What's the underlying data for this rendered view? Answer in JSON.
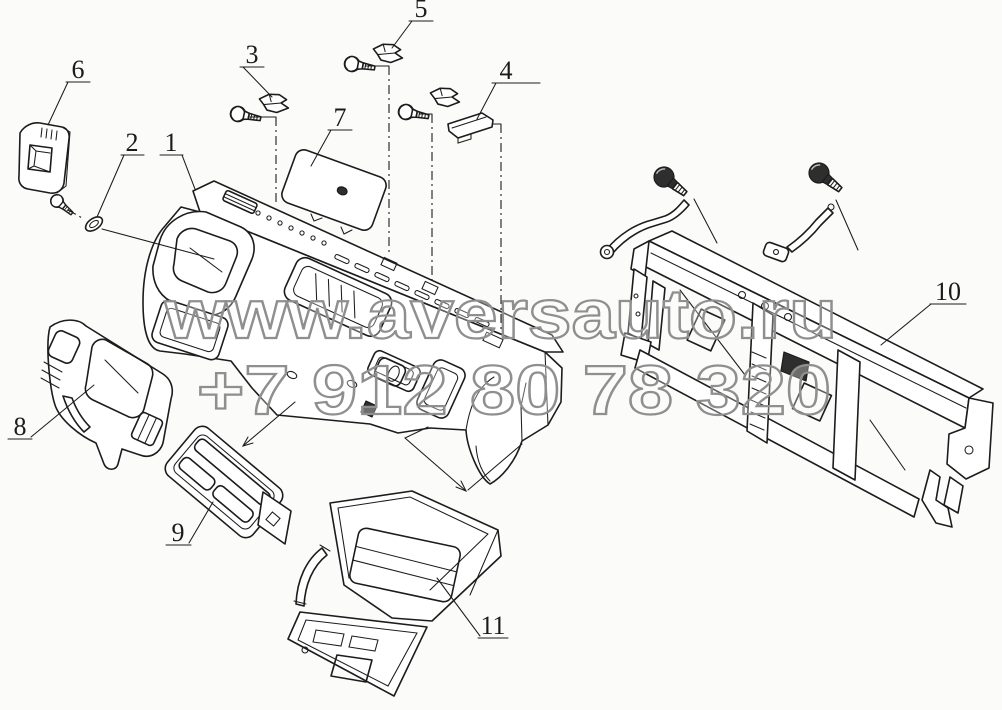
{
  "watermark": {
    "line1": "www.aversauto.ru",
    "line2": "+7 912 80 78 320",
    "outline_color": "#8f8f8f"
  },
  "colors": {
    "background": "#fbfbf9",
    "line": "#1c1c1c",
    "bolt_head": "#2e2e2e"
  },
  "callouts": [
    {
      "label": "1"
    },
    {
      "label": "2"
    },
    {
      "label": "3"
    },
    {
      "label": "4"
    },
    {
      "label": "5"
    },
    {
      "label": "6"
    },
    {
      "label": "7"
    },
    {
      "label": "8"
    },
    {
      "label": "9"
    },
    {
      "label": "10"
    },
    {
      "label": "11"
    }
  ]
}
